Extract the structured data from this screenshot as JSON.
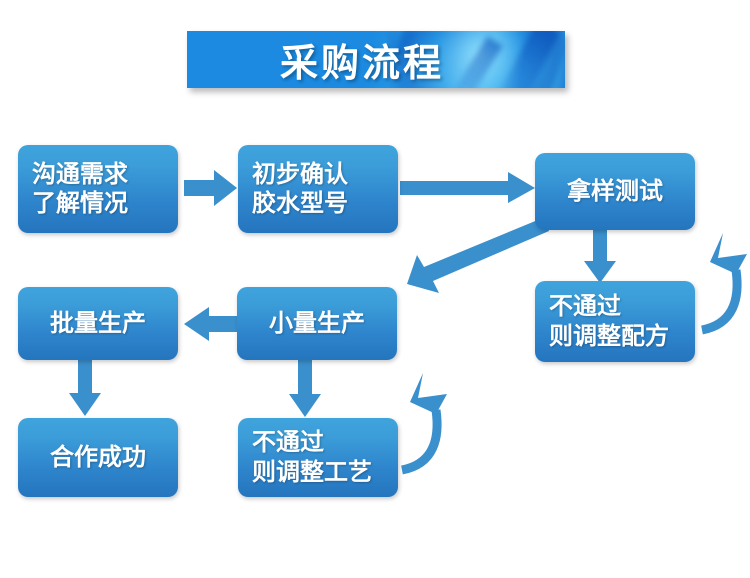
{
  "title": {
    "text": "采购流程",
    "banner_color": "#1b8ae0"
  },
  "palette": {
    "node_top": "#3fa3dc",
    "node_bottom": "#2475be",
    "arrow": "#3a8fcd",
    "text": "#ffffff",
    "background": "#ffffff"
  },
  "nodes": [
    {
      "id": "n1",
      "name": "communicate-requirements",
      "line1": "沟通需求",
      "line2": "了解情况"
    },
    {
      "id": "n2",
      "name": "confirm-glue-model",
      "line1": "初步确认",
      "line2": "胶水型号"
    },
    {
      "id": "n3",
      "name": "sample-testing",
      "line1": "拿样测试",
      "line2": ""
    },
    {
      "id": "n4",
      "name": "adjust-formula-if-failed",
      "line1": "不通过",
      "line2": "则调整配方"
    },
    {
      "id": "n5",
      "name": "small-batch-production",
      "line1": "小量生产",
      "line2": ""
    },
    {
      "id": "n6",
      "name": "mass-production",
      "line1": "批量生产",
      "line2": ""
    },
    {
      "id": "n7",
      "name": "adjust-process-if-failed",
      "line1": "不通过",
      "line2": "则调整工艺"
    },
    {
      "id": "n8",
      "name": "cooperation-success",
      "line1": "合作成功",
      "line2": ""
    }
  ],
  "connectors": [
    {
      "name": "arrow-n1-to-n2",
      "from": "communicate-requirements",
      "to": "confirm-glue-model",
      "kind": "straight-right"
    },
    {
      "name": "arrow-n2-to-n3",
      "from": "confirm-glue-model",
      "to": "sample-testing",
      "kind": "straight-right-long"
    },
    {
      "name": "arrow-n3-to-n4",
      "from": "sample-testing",
      "to": "adjust-formula-if-failed",
      "kind": "straight-down"
    },
    {
      "name": "arrow-n3-to-n5",
      "from": "sample-testing",
      "to": "small-batch-production",
      "kind": "diagonal-down-left"
    },
    {
      "name": "arrow-n4-to-n3",
      "from": "adjust-formula-if-failed",
      "to": "sample-testing",
      "kind": "curved-loop-up"
    },
    {
      "name": "arrow-n5-to-n6",
      "from": "small-batch-production",
      "to": "mass-production",
      "kind": "straight-left"
    },
    {
      "name": "arrow-n5-to-n7",
      "from": "small-batch-production",
      "to": "adjust-process-if-failed",
      "kind": "straight-down"
    },
    {
      "name": "arrow-n7-to-n5",
      "from": "adjust-process-if-failed",
      "to": "small-batch-production",
      "kind": "curved-loop-up"
    },
    {
      "name": "arrow-n6-to-n8",
      "from": "mass-production",
      "to": "cooperation-success",
      "kind": "straight-down"
    }
  ]
}
